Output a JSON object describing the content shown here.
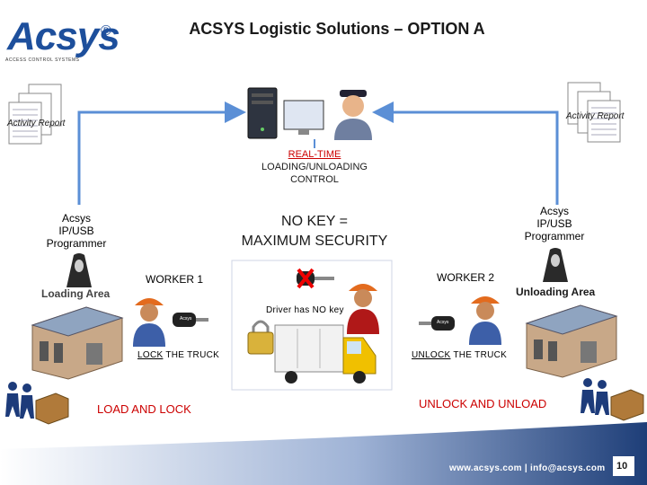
{
  "logo": {
    "text": "Acsys",
    "registered": "®",
    "subtitle": "ACCESS CONTROL SYSTEMS"
  },
  "title": "ACSYS Logistic Solutions – OPTION A",
  "activity_report_left": "Activity Report",
  "activity_report_right": "Activity Report",
  "realtime": {
    "line1": "REAL-TIME",
    "line2": "LOADING/UNLOADING",
    "line3": "CONTROL"
  },
  "nokey": {
    "line1": "NO KEY =",
    "line2": "MAXIMUM SECURITY"
  },
  "programmer_left": {
    "line1": "Acsys",
    "line2": "IP/USB",
    "line3": "Programmer"
  },
  "programmer_right": {
    "line1": "Acsys",
    "line2": "IP/USB",
    "line3": "Programmer"
  },
  "worker1": "WORKER 1",
  "worker2": "WORKER 2",
  "loading_area": "Loading Area",
  "unloading_area": "Unloading Area",
  "driver_note": "Driver has NO key",
  "lock_truck": {
    "word": "LOCK",
    "rest": " THE TRUCK"
  },
  "unlock_truck": {
    "word": "UNLOCK",
    "rest": " THE TRUCK"
  },
  "load_and_lock": "LOAD AND LOCK",
  "unlock_and_unload": "UNLOCK AND UNLOAD",
  "key_label": "Acsys",
  "footer": {
    "contact": "www.acsys.com | info@acsys.com",
    "page": "10"
  },
  "colors": {
    "arrow": "#5b8fd6",
    "accent_red": "#cc0000",
    "footer_blue": "#1e3e78",
    "brand": "#1d4f9c"
  },
  "icons": [
    "server-icon",
    "security-guard-icon",
    "report-stack-icon",
    "programmer-icon",
    "building-icon",
    "worker-icon",
    "key-icon",
    "padlock-icon",
    "truck-icon",
    "driver-icon",
    "people-box-icon",
    "crossed-key-icon"
  ]
}
